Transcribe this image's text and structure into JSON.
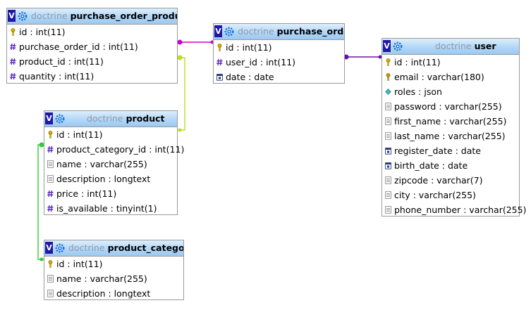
{
  "tables": [
    {
      "id": "purchase_order_product",
      "database": "doctrine",
      "name": "purchase_order_product",
      "columns": [
        {
          "text": "id : int(11)",
          "icon": "primary-key-icon"
        },
        {
          "text": "purchase_order_id : int(11)",
          "icon": "numeric-column-icon"
        },
        {
          "text": "product_id : int(11)",
          "icon": "numeric-column-icon"
        },
        {
          "text": "quantity : int(11)",
          "icon": "numeric-column-icon"
        }
      ]
    },
    {
      "id": "purchase_order",
      "database": "doctrine",
      "name": "purchase_order",
      "columns": [
        {
          "text": "id : int(11)",
          "icon": "primary-key-icon"
        },
        {
          "text": "user_id : int(11)",
          "icon": "numeric-column-icon"
        },
        {
          "text": "date : date",
          "icon": "date-column-icon"
        }
      ]
    },
    {
      "id": "user",
      "database": "doctrine",
      "name": "user",
      "columns": [
        {
          "text": "id : int(11)",
          "icon": "primary-key-icon"
        },
        {
          "text": "email : varchar(180)",
          "icon": "unique-key-icon"
        },
        {
          "text": "roles : json",
          "icon": "json-column-icon"
        },
        {
          "text": "password : varchar(255)",
          "icon": "text-column-icon"
        },
        {
          "text": "first_name : varchar(255)",
          "icon": "text-column-icon"
        },
        {
          "text": "last_name : varchar(255)",
          "icon": "text-column-icon"
        },
        {
          "text": "register_date : date",
          "icon": "date-column-icon"
        },
        {
          "text": "birth_date : date",
          "icon": "date-column-icon"
        },
        {
          "text": "zipcode : varchar(7)",
          "icon": "text-column-icon"
        },
        {
          "text": "city : varchar(255)",
          "icon": "text-column-icon"
        },
        {
          "text": "phone_number : varchar(255)",
          "icon": "text-column-icon"
        }
      ]
    },
    {
      "id": "product",
      "database": "doctrine",
      "name": "product",
      "columns": [
        {
          "text": "id : int(11)",
          "icon": "primary-key-icon"
        },
        {
          "text": "product_category_id : int(11)",
          "icon": "numeric-column-icon"
        },
        {
          "text": "name : varchar(255)",
          "icon": "text-column-icon"
        },
        {
          "text": "description : longtext",
          "icon": "text-column-icon"
        },
        {
          "text": "price : int(11)",
          "icon": "numeric-column-icon"
        },
        {
          "text": "is_available : tinyint(1)",
          "icon": "numeric-column-icon"
        }
      ]
    },
    {
      "id": "product_category",
      "database": "doctrine",
      "name": "product_category",
      "columns": [
        {
          "text": "id : int(11)",
          "icon": "primary-key-icon"
        },
        {
          "text": "name : varchar(255)",
          "icon": "text-column-icon"
        },
        {
          "text": "description : longtext",
          "icon": "text-column-icon"
        }
      ]
    }
  ],
  "toggle_label": "V",
  "relations": [
    {
      "from": "purchase_order_product.purchase_order_id",
      "to": "purchase_order.id",
      "color": "#cc00cc"
    },
    {
      "from": "purchase_order_product.product_id",
      "to": "product.id",
      "color": "#bbdd22"
    },
    {
      "from": "purchase_order.user_id",
      "to": "user.id",
      "color": "#6611aa"
    },
    {
      "from": "product.product_category_id",
      "to": "product_category.id",
      "color": "#33cc33"
    }
  ]
}
